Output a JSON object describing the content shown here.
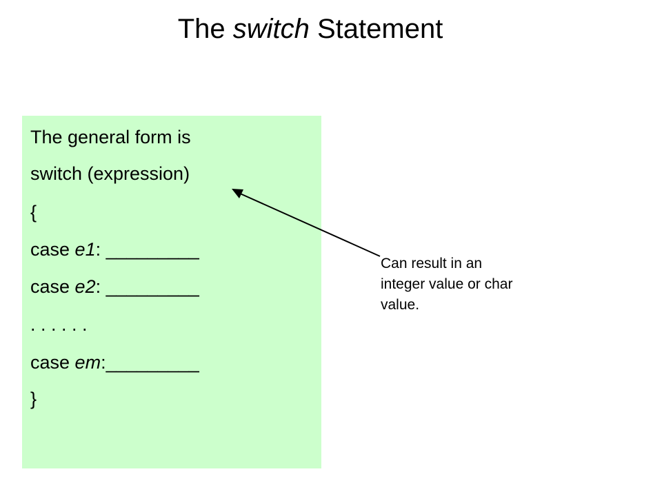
{
  "title": {
    "prefix": "The ",
    "keyword": "switch",
    "suffix": " Statement"
  },
  "code": {
    "intro": "The general form is",
    "header": "switch (expression)",
    "open_brace": "{",
    "case1_prefix": "case ",
    "case1_label": "e1",
    "case1_suffix": ": _________",
    "case2_prefix": "case ",
    "case2_label": "e2",
    "case2_suffix": ": _________",
    "ellipsis": ". . . . . .",
    "casem_prefix": "case ",
    "casem_label": "em",
    "casem_suffix": ":_________",
    "close_brace": "}"
  },
  "callout": {
    "line1": "Can result in an",
    "line2": "integer value or char",
    "line3": "value."
  },
  "colors": {
    "code_background": "#ccffcc",
    "text": "#000000"
  }
}
